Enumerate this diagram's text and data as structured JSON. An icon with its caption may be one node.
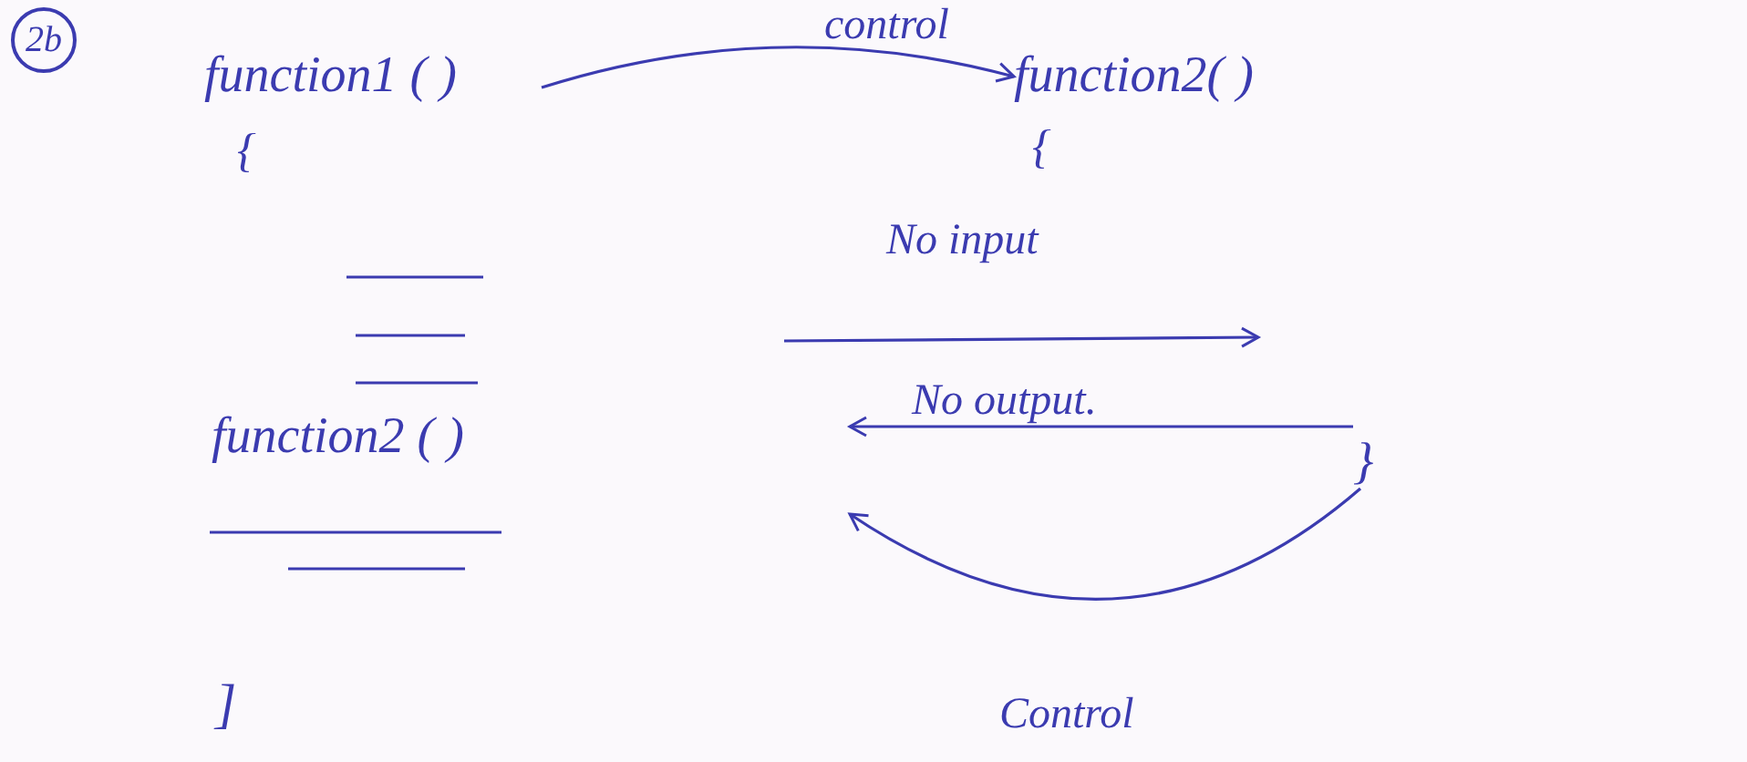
{
  "diagram": {
    "nodes": [
      {
        "text": [
          "function1 ( )"
        ]
      },
      {
        "text": [
          "function2( )"
        ]
      },
      {
        "text": [
          "function2 ( )"
        ]
      },
      {
        "text": [
          "}"
        ]
      }
    ],
    "edges": [
      {
        "from": 0,
        "to": 1,
        "arrow": "to",
        "label": "control"
      },
      {
        "from": 3,
        "to": null,
        "arrow": "to",
        "label": "No output."
      },
      {
        "from": 3,
        "to": null,
        "arrow": "to",
        "label": "Control"
      }
    ],
    "labels": [
      "2b",
      "{",
      "{",
      "No input",
      "]"
    ]
  }
}
